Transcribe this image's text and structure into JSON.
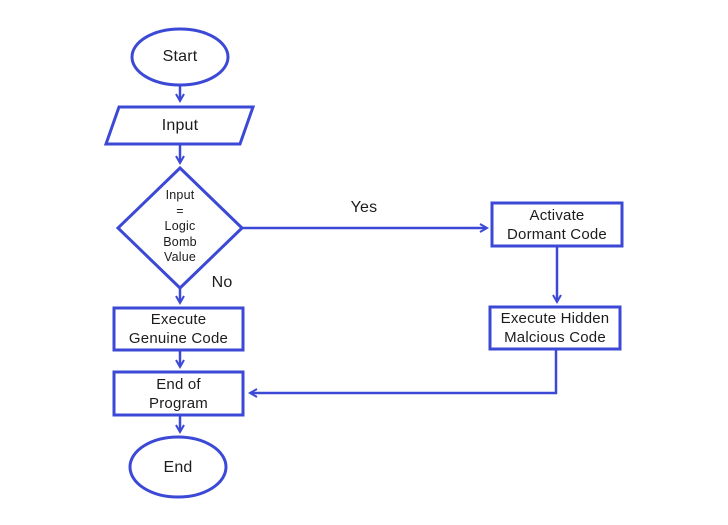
{
  "colors": {
    "accent": "#3c49d6",
    "text": "#1c1c1c",
    "background": "#ffffff"
  },
  "flowchart": {
    "nodes": {
      "start": {
        "shape": "terminator",
        "label": "Start"
      },
      "input": {
        "shape": "input-output",
        "label": "Input"
      },
      "decision": {
        "shape": "decision",
        "lines": [
          "Input",
          "=",
          "Logic",
          "Bomb",
          "Value"
        ]
      },
      "activate_dormant": {
        "shape": "process",
        "lines": [
          "Activate",
          "Dormant Code"
        ]
      },
      "execute_hidden": {
        "shape": "process",
        "lines": [
          "Execute Hidden",
          "Malcious Code"
        ]
      },
      "execute_genuine": {
        "shape": "process",
        "lines": [
          "Execute",
          "Genuine Code"
        ]
      },
      "end_of_program": {
        "shape": "process",
        "lines": [
          "End of",
          "Program"
        ]
      },
      "end": {
        "shape": "terminator",
        "label": "End"
      }
    },
    "edge_labels": {
      "yes": "Yes",
      "no": "No"
    }
  }
}
